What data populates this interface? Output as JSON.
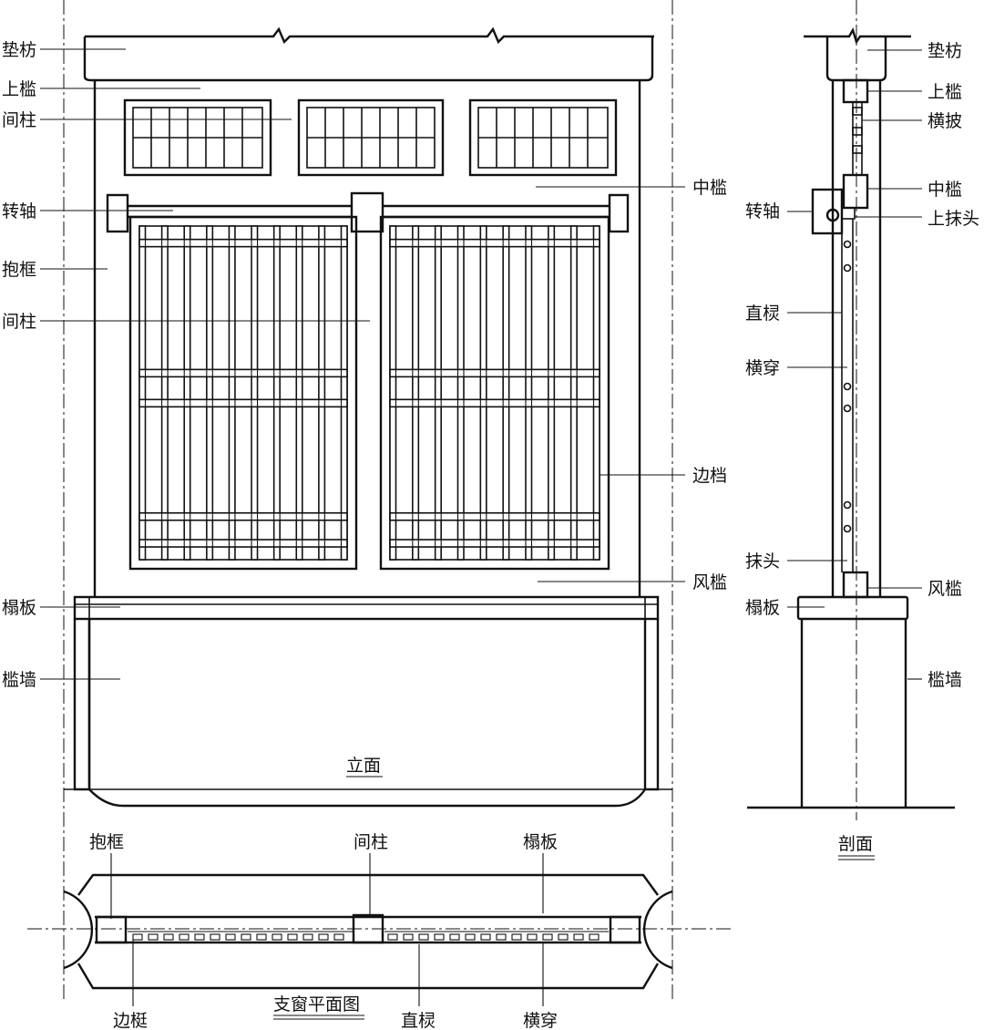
{
  "elevation": {
    "title": "立面",
    "labels": {
      "dianfang": "垫枋",
      "shangjian": "上槛",
      "jianzhu_top": "间柱",
      "zhongjian": "中槛",
      "zhuanzhou": "转轴",
      "baokuang": "抱框",
      "jianzhu_mid": "间柱",
      "biandang": "边档",
      "fengjian": "风槛",
      "taban": "榻板",
      "jianqiang": "槛墙"
    }
  },
  "section": {
    "title": "剖面",
    "labels": {
      "dianfang": "垫枋",
      "shangjian": "上槛",
      "hengpi": "横披",
      "zhongjian": "中槛",
      "zhuanzhou": "转轴",
      "shangmotou": "上抹头",
      "zhiling": "直棂",
      "hengchuan": "横穿",
      "motou": "抹头",
      "fengjian": "风槛",
      "taban": "榻板",
      "jianqiang": "槛墙"
    }
  },
  "plan": {
    "title": "支窗平面图",
    "labels": {
      "baokuang": "抱框",
      "jianzhu": "间柱",
      "taban": "榻板",
      "biandian": "边梃",
      "zhiling": "直棂",
      "hengchuan": "横穿"
    }
  }
}
